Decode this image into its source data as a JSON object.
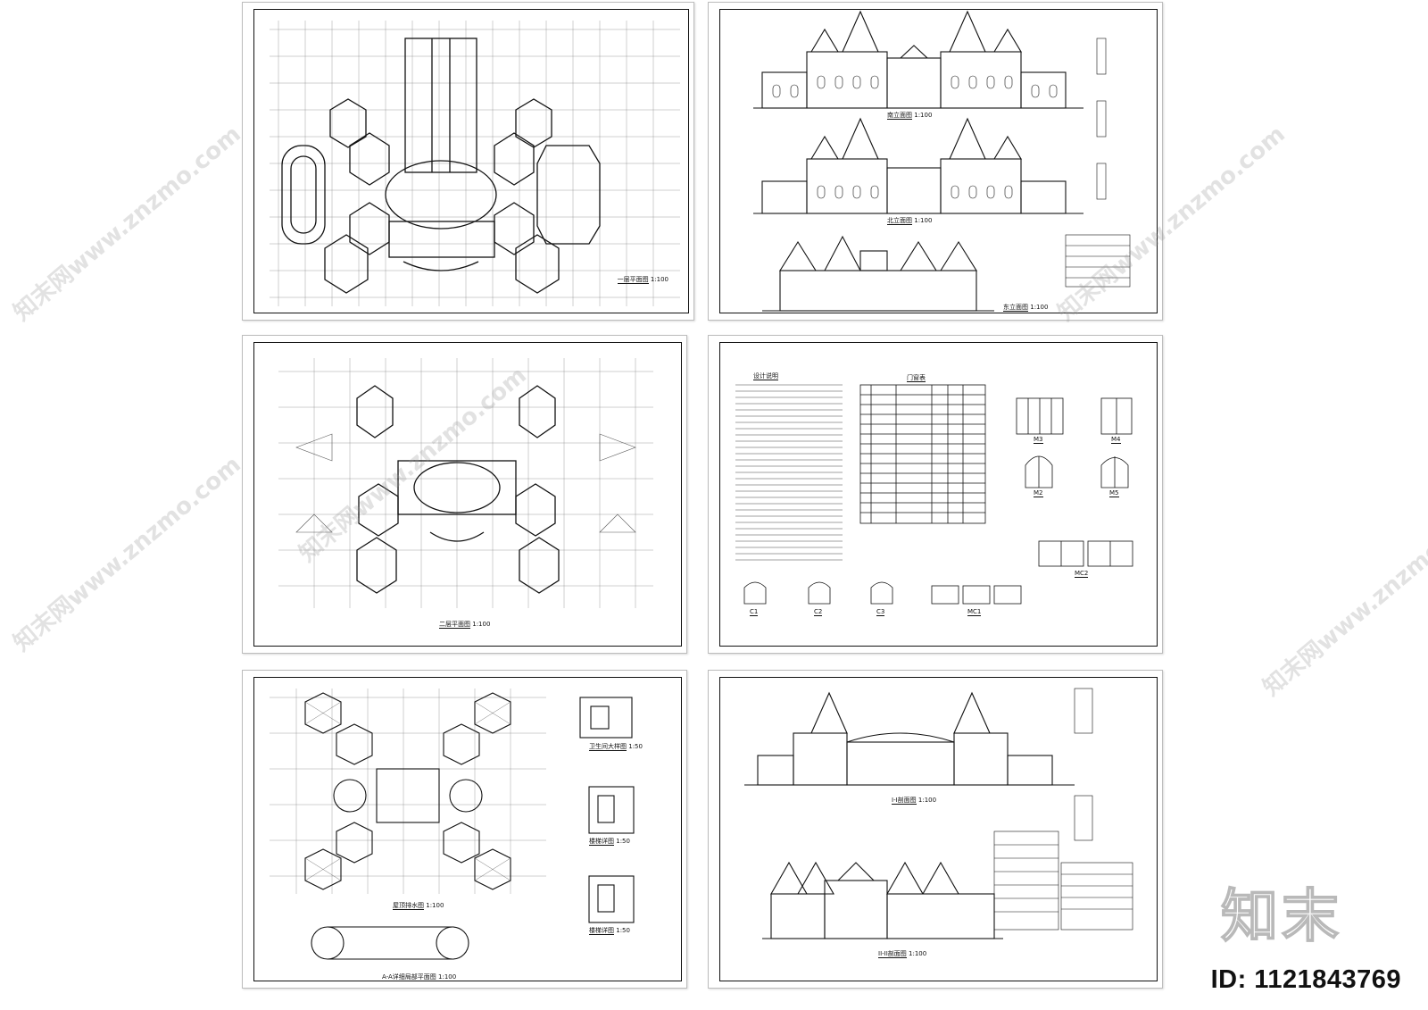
{
  "sheets": {
    "plan1": {
      "title": "一层平面图",
      "scale": "1:100"
    },
    "elevations": {
      "south": {
        "title": "南立面图",
        "scale": "1:100"
      },
      "north": {
        "title": "北立面图",
        "scale": "1:100"
      },
      "east": {
        "title": "东立面图",
        "scale": "1:100"
      }
    },
    "plan2": {
      "title": "二层平面图",
      "scale": "1:100"
    },
    "notes": {
      "design_notes_title": "设计说明",
      "door_window_table_title": "门窗表",
      "door_labels": [
        "M3",
        "M4",
        "M2",
        "M5",
        "MC2"
      ],
      "window_labels": [
        "C1",
        "C2",
        "C3",
        "MC1"
      ]
    },
    "roof": {
      "title": "屋顶排水图",
      "scale": "1:100",
      "detail_title": "A-A详细局部平面图",
      "detail_scale": "1:100",
      "stair_details": [
        "卫生间大样图",
        "楼梯详图",
        "楼梯详图"
      ],
      "stair_scale": "1:50"
    },
    "sections": {
      "s1": {
        "title": "I-I剖面图",
        "scale": "1:100"
      },
      "s2": {
        "title": "II-II剖面图",
        "scale": "1:100"
      }
    }
  },
  "watermark": {
    "text": "知末网www.znzmo.com",
    "brand": "知末"
  },
  "id_label": "ID: 1121843769",
  "colors": {
    "line": "#111111",
    "frame_border": "#bdbdbd",
    "watermark": "#b9b9b9"
  }
}
